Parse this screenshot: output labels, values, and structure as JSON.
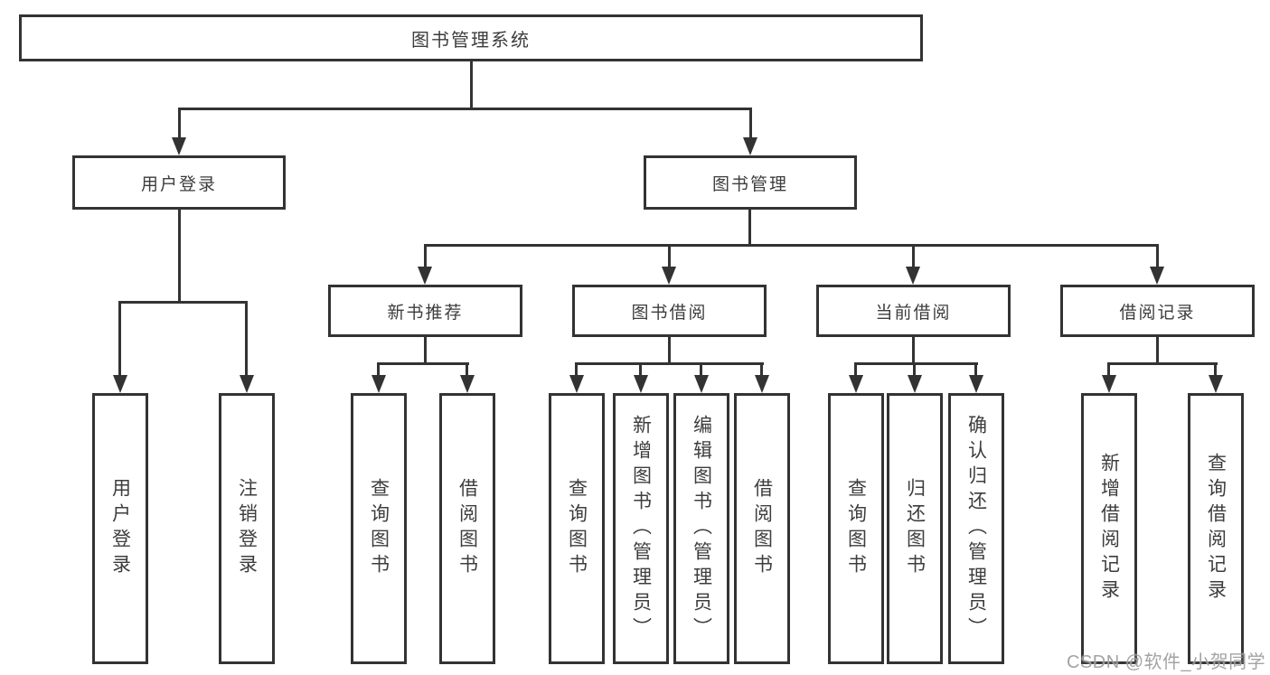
{
  "diagram": {
    "type": "hierarchy-functional-structure",
    "root": {
      "label": "图书管理系统"
    },
    "branches": [
      {
        "label": "用户登录",
        "children": [
          {
            "label": "用户登录"
          },
          {
            "label": "注销登录"
          }
        ]
      },
      {
        "label": "图书管理",
        "children": [
          {
            "label": "新书推荐",
            "children": [
              {
                "label": "查询图书"
              },
              {
                "label": "借阅图书"
              }
            ]
          },
          {
            "label": "图书借阅",
            "children": [
              {
                "label": "查询图书"
              },
              {
                "label": "新增图书（管理员）"
              },
              {
                "label": "编辑图书（管理员）"
              },
              {
                "label": "借阅图书"
              }
            ]
          },
          {
            "label": "当前借阅",
            "children": [
              {
                "label": "查询图书"
              },
              {
                "label": "归还图书"
              },
              {
                "label": "确认归还（管理员）"
              }
            ]
          },
          {
            "label": "借阅记录",
            "children": [
              {
                "label": "新增借阅记录"
              },
              {
                "label": "查询借阅记录"
              }
            ]
          }
        ]
      }
    ]
  },
  "watermark": "CSDN @软件_小贺同学",
  "colors": {
    "line": "#333333",
    "text": "#3d3d3d",
    "background": "#ffffff",
    "watermark": "#9b9b9b"
  }
}
